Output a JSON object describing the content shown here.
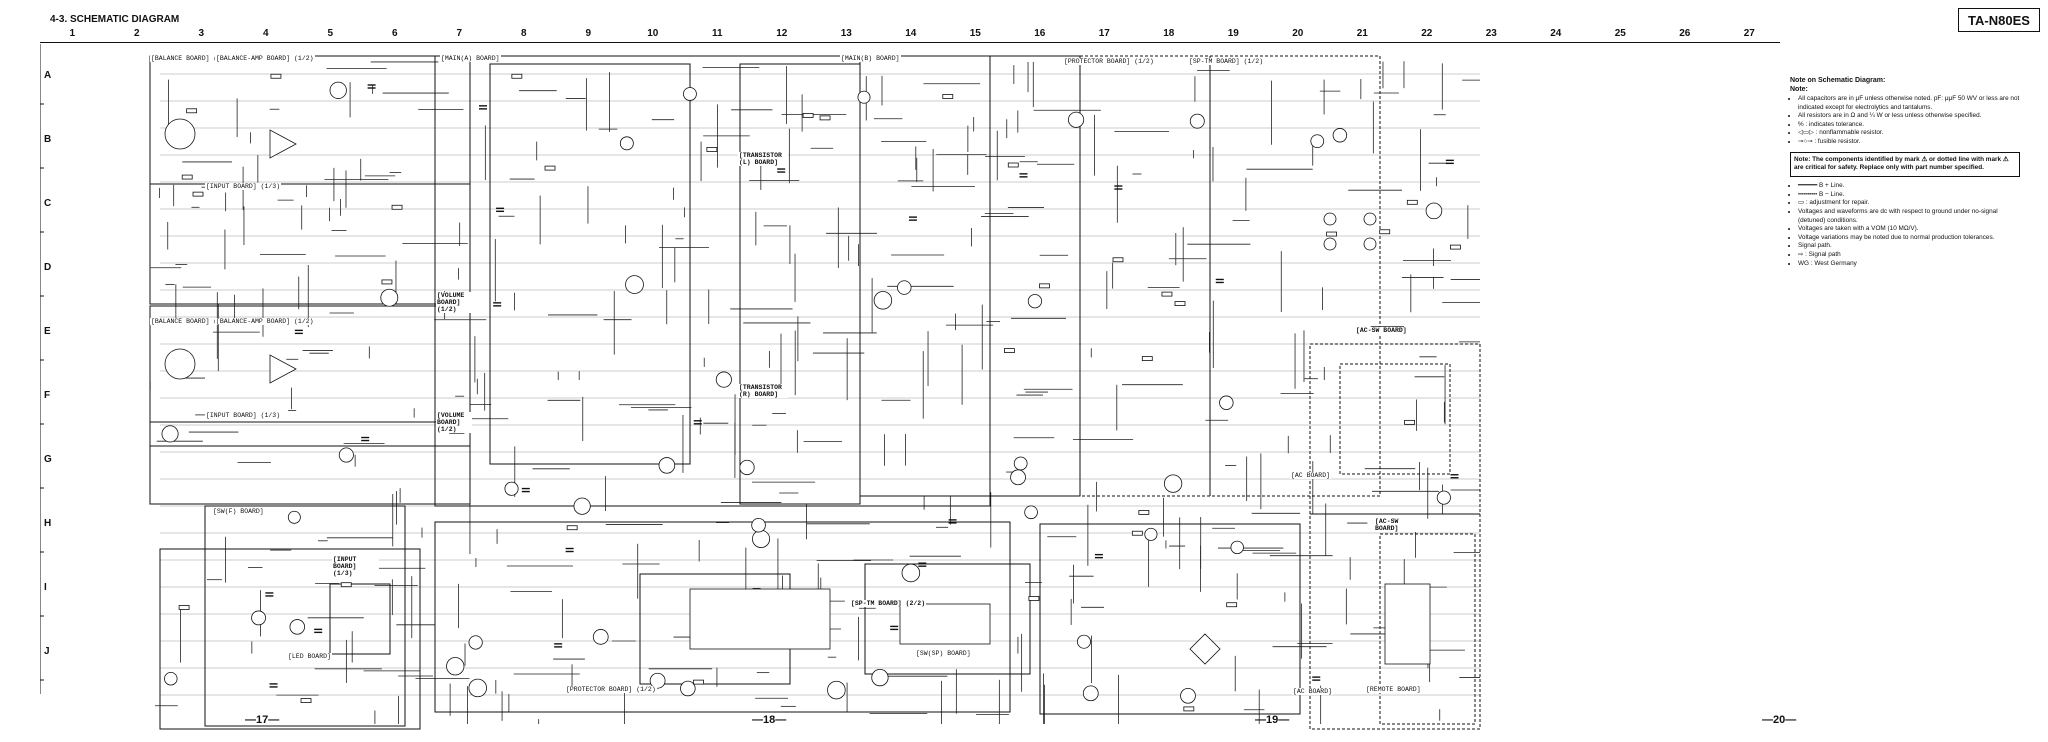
{
  "header": {
    "title": "4-3.  SCHEMATIC DIAGRAM",
    "model": "TA-N80ES"
  },
  "columns": [
    "1",
    "2",
    "3",
    "4",
    "5",
    "6",
    "7",
    "8",
    "9",
    "10",
    "11",
    "12",
    "13",
    "14",
    "15",
    "16",
    "17",
    "18",
    "19",
    "20",
    "21",
    "22",
    "23",
    "24",
    "25",
    "26",
    "27"
  ],
  "rows": [
    "A",
    "B",
    "C",
    "D",
    "E",
    "F",
    "G",
    "H",
    "I",
    "J"
  ],
  "boards": {
    "balance_top": "[BALANCE BOARD] (1/2)",
    "balance_amp_top": "[BALANCE-AMP BOARD] (1/2)",
    "main_a": "[MAIN(A) BOARD]",
    "main_b": "[MAIN(B) BOARD]",
    "protector_top": "[PROTECTOR BOARD] (1/2)",
    "sp_tm_top": "[SP-TM BOARD] (1/2)",
    "input_top": "[INPUT BOARD] (1/3)",
    "transistor_l": "[TRANSISTOR (L) BOARD]",
    "transistor_r": "[TRANSISTOR (R) BOARD]",
    "volume_top": "[VOLUME BOARD] (1/2)",
    "volume_bottom": "[VOLUME BOARD] (1/2)",
    "balance_bottom": "[BALANCE BOARD] (1/2)",
    "balance_amp_bottom": "[BALANCE-AMP BOARD] (1/2)",
    "input_bottom": "[INPUT BOARD] (1/3)",
    "ac_sw_top": "[AC-SW BOARD]",
    "ac_top": "[AC BOARD]",
    "sw_f": "[SW(F) BOARD]",
    "input_small": "[INPUT BOARD] (1/3)",
    "led": "[LED BOARD]",
    "sp_tm_bottom": "[SP-TM BOARD] (2/2)",
    "sw_sp": "[SW(SP) BOARD]",
    "protector_bottom": "[PROTECTOR BOARD] (1/2)",
    "ac_sw_bottom": "[AC-SW BOARD]",
    "ac_bottom": "[AC BOARD]",
    "remote": "[REMOTE BOARD]"
  },
  "page_numbers": [
    "—17—",
    "—18—",
    "—19—",
    "—20—"
  ],
  "notes": {
    "title": "Note on Schematic Diagram:",
    "subtitle": "Note:",
    "items": [
      "All capacitors are in μF unless otherwise noted. pF: μμF 50 WV or less are not indicated except for electrolytics and tantalums.",
      "All resistors are in Ω and ¼ W or less unless otherwise specified.",
      "%   : indicates tolerance.",
      "◁▭▷ : nonflammable resistor.",
      "⊸○⊸ : fusible resistor."
    ],
    "boxed": "Note: The components identified by mark ⚠ or dotted line with mark ⚠ are critical for safety. Replace only with part number specified.",
    "items2": [
      "━━━━━ B + Line.",
      "╍╍╍╍╍ B − Line.",
      "▭ : adjustment for repair.",
      "Voltages and waveforms are dc with respect to ground under no-signal (detuned) conditions.",
      "Voltages are taken with a VOM (10 MΩ/V).",
      "Voltage variations may be noted due to normal production tolerances.",
      "Signal path.",
      "⇨ : Signal path",
      "WG : West Germany"
    ]
  },
  "colors": {
    "ink": "#111111",
    "paper": "#ffffff"
  }
}
